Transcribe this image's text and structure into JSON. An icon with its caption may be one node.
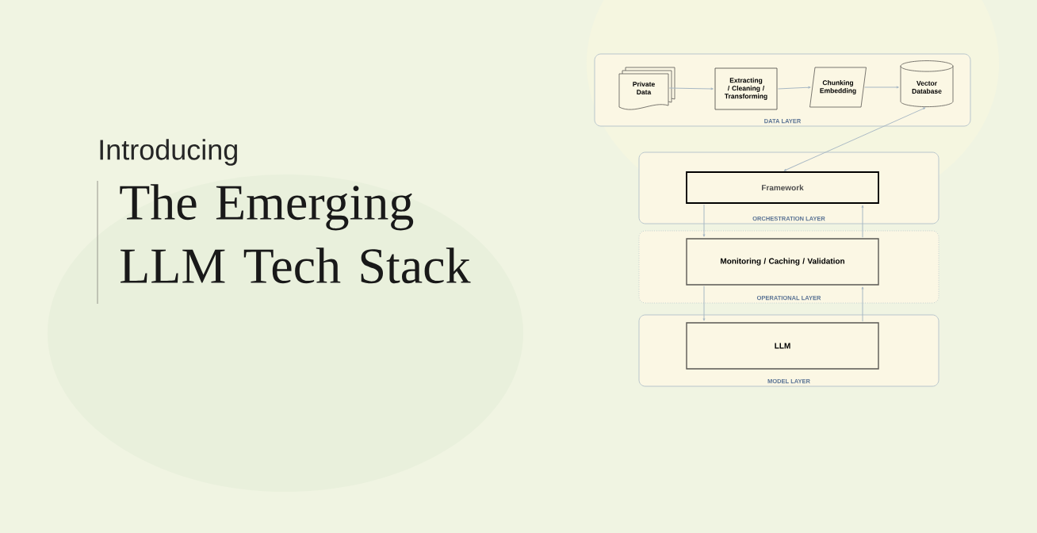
{
  "diagram": {
    "title": "The Emerging LLM Tech Stack",
    "nodes": [
      {
        "text": [
          "DATA LAYER"
        ]
      },
      {
        "text": [
          "Private Data"
        ],
        "in": 0
      },
      {
        "text": [
          "Extracting / Cleaning / Transforming"
        ],
        "in": 0
      },
      {
        "text": [
          "Chunking Embedding"
        ],
        "in": 0
      },
      {
        "text": [
          "Vector Database"
        ],
        "in": 0
      },
      {
        "text": [
          "ORCHESTRATION LAYER"
        ]
      },
      {
        "text": [
          "Framework"
        ],
        "in": 5
      },
      {
        "text": [
          "OPERATIONAL LAYER"
        ]
      },
      {
        "text": [
          "Monitoring / Caching / Validation"
        ],
        "in": 7
      },
      {
        "text": [
          "MODEL LAYER"
        ]
      },
      {
        "text": [
          "LLM"
        ],
        "in": 9
      }
    ],
    "edges": [
      {
        "from": 1,
        "to": 2,
        "arrow": "to"
      },
      {
        "from": 2,
        "to": 3,
        "arrow": "to"
      },
      {
        "from": 3,
        "to": 4,
        "arrow": "to"
      },
      {
        "from": 4,
        "to": 6,
        "arrow": "both"
      },
      {
        "from": 6,
        "to": 8,
        "arrow": "to"
      },
      {
        "from": 8,
        "to": 6,
        "arrow": "to"
      },
      {
        "from": 8,
        "to": 10,
        "arrow": "to"
      },
      {
        "from": 10,
        "to": 8,
        "arrow": "to"
      }
    ],
    "labels": [
      "Introducing"
    ]
  }
}
